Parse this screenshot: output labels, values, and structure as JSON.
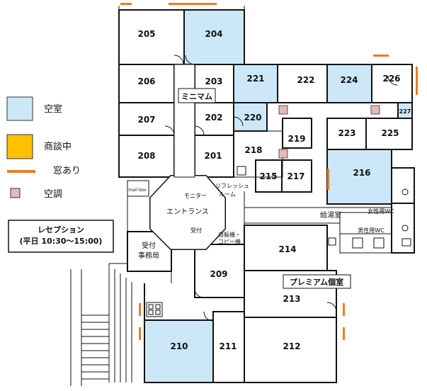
{
  "colors": {
    "vacant": "#cce8f8",
    "negotiating": "#ffc000",
    "window": "#f07a1e",
    "aircon": "#e6b8b8"
  },
  "legend": [
    {
      "key": "vacant",
      "label": "空室"
    },
    {
      "key": "negotiating",
      "label": "商談中"
    },
    {
      "key": "window",
      "label": "窓あり"
    },
    {
      "key": "aircon",
      "label": "空調"
    }
  ],
  "reception": {
    "title": "レセプション",
    "hours": "(平日 10:30～15:00)"
  },
  "rooms": {
    "r205": "205",
    "r204": "204",
    "r206": "206",
    "r203": "203",
    "r221": "221",
    "r222": "222",
    "r224": "224",
    "r226": "226",
    "r227": "227",
    "r207": "207",
    "r202": "202",
    "r220": "220",
    "r219": "219",
    "r223": "223",
    "r225": "225",
    "r208": "208",
    "r201": "201",
    "r218": "218",
    "r215": "215",
    "r217": "217",
    "r216": "216",
    "r214": "214",
    "r209": "209",
    "r213": "213",
    "r210": "210",
    "r211": "211",
    "r212": "212"
  },
  "labels": {
    "minimum": "ミニマム",
    "entrance": "エントランス",
    "monitor": "モニター",
    "reception_desk": "受付",
    "refresh_1": "リフレッシュ",
    "refresh_2": "ルーム",
    "kitchen": "給湯室",
    "womens_wc": "女性用WC",
    "mens_wc": "男性用WC",
    "vending_1": "自販機・",
    "vending_2": "コピー機",
    "office_1": "受付",
    "office_2": "事務局",
    "premium": "プレミアム個室",
    "mail_box": "mail box"
  }
}
